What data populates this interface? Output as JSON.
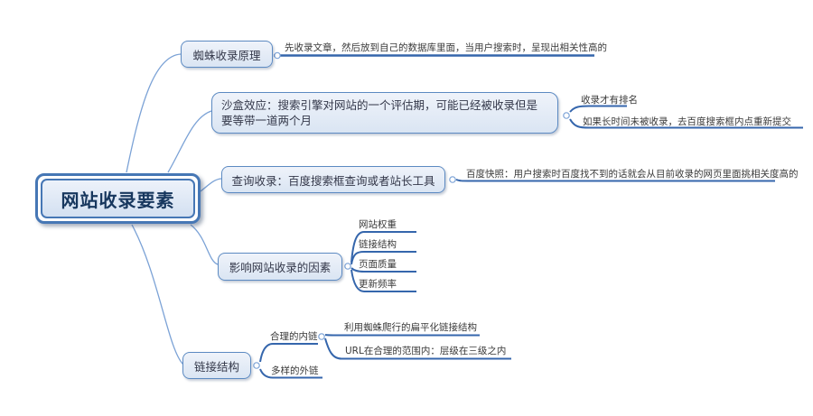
{
  "root": {
    "label": "网站收录要素"
  },
  "branches": [
    {
      "label": "蜘蛛收录原理",
      "children": [
        {
          "label": "先收录文章，然后放到自己的数据库里面，当用户搜索时，呈现出相关性高的"
        }
      ]
    },
    {
      "label": "沙盒效应：搜索引擎对网站的一个评估期，可能已经被收录但是要等带一道两个月",
      "children": [
        {
          "label": "收录才有排名"
        },
        {
          "label": "如果长时间未被收录，去百度搜索框内点重新提交"
        }
      ]
    },
    {
      "label": "查询收录：百度搜索框查询或者站长工具",
      "children": [
        {
          "label": "百度快照：用户搜索时百度找不到的话就会从目前收录的网页里面挑相关度高的"
        }
      ]
    },
    {
      "label": "影响网站收录的因素",
      "children": [
        {
          "label": "网站权重"
        },
        {
          "label": "链接结构"
        },
        {
          "label": "页面质量"
        },
        {
          "label": "更新频率"
        }
      ]
    },
    {
      "label": "链接结构",
      "children": [
        {
          "label": "合理的内链",
          "children": [
            {
              "label": "利用蜘蛛爬行的扁平化链接结构"
            },
            {
              "label": "URL在合理的范围内：层级在三级之内"
            }
          ]
        },
        {
          "label": "多样的外链"
        }
      ]
    }
  ],
  "colors": {
    "box_border": "#5C8AC2",
    "box_fill_top": "#EFF3FA",
    "box_fill_bottom": "#DAE5F3",
    "root_border": "#4677B5",
    "root_text": "#17375E",
    "topic_text": "#34384A",
    "line_topic_text": "#3A3A3A",
    "underline": "#3566AC",
    "curve": "#7BA2D6",
    "background": "#FFFFFF"
  }
}
